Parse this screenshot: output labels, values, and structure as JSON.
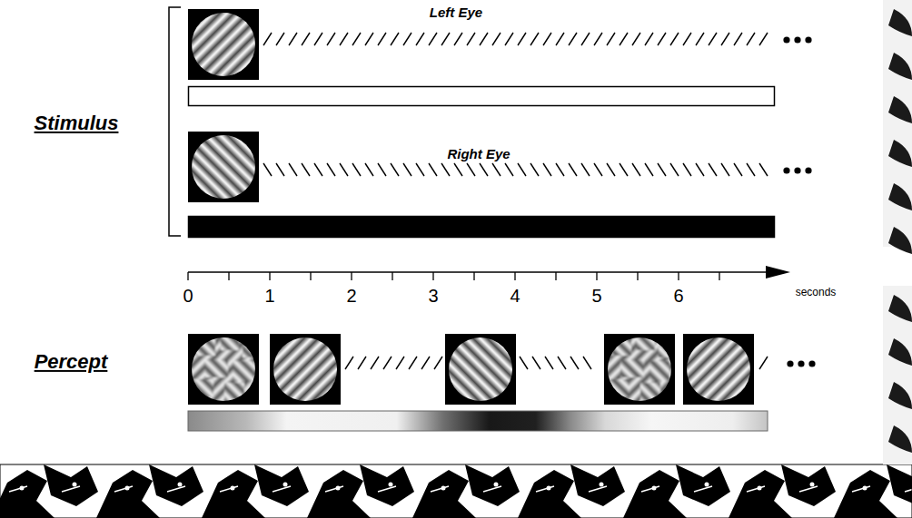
{
  "diagram": {
    "labels": [
      "Stimulus",
      "Left Eye",
      "Right Eye",
      "0",
      "1",
      "2",
      "3",
      "4",
      "5",
      "6",
      "seconds",
      "Percept"
    ]
  }
}
